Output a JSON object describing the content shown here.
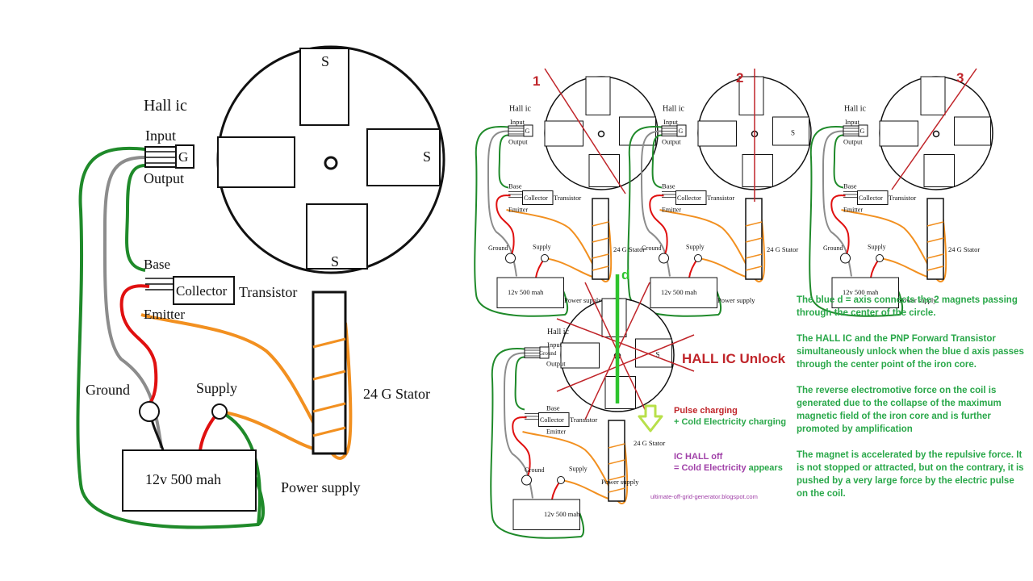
{
  "big": {
    "hall_ic": "Hall ic",
    "input": "Input",
    "output": "Output",
    "chip": "G",
    "base": "Base",
    "collector": "Collector",
    "transistor": "Transistor",
    "emitter": "Emitter",
    "ground": "Ground",
    "supply": "Supply",
    "battery": "12v 500 mah",
    "stator": "24 G Stator",
    "power_supply": "Power supply",
    "magnet": "S"
  },
  "small": {
    "hall_ic": "Hall ic",
    "input": "Input",
    "output": "Output",
    "chip": "G",
    "chip_ground": "Ground",
    "base": "Base",
    "collector": "Collector",
    "transistor": "Transistor",
    "emitter": "Emitter",
    "ground": "Ground",
    "supply": "Supply",
    "battery": "12v 500 mah",
    "stator": "24 G Stator",
    "power_supply": "Power supply",
    "magnet": "S"
  },
  "steps": [
    "1",
    "2",
    "3"
  ],
  "d_label": "d",
  "hall_unlock": "HALL IC Unlock",
  "pulse_charging": "Pulse charging",
  "cold_charging": "+ Cold Electricity charging",
  "ic_hall_off": "IC HALL off",
  "cold_appears_prefix": "=  Cold Electricity",
  "cold_appears_word": "appears",
  "url": "ultimate-off-grid-generator.blogspot.com",
  "notes": [
    "The blue d = axis connects the 2 magnets passing through the center of the circle.",
    "The HALL IC and the PNP Forward Transistor simultaneously unlock when the blue d axis passes through the center point of the iron core.",
    "The reverse electromotive force on the coil is generated due to the collapse of the maximum magnetic field of the iron core and is further promoted by amplification",
    "The magnet is accelerated by the repulsive force. It is not stopped or attracted, but on the contrary, it is pushed by a very large force by the electric pulse on the coil."
  ],
  "colors": {
    "green_wire": "#1f8a2a",
    "gray_wire": "#8c8c8c",
    "red_wire": "#e01010",
    "orange_wire": "#f29020",
    "d_axis": "#2ec42e",
    "step_number": "#c0252a",
    "note_text": "#2aa84a",
    "purple_text": "#a040a8",
    "arrow": "#b8e04a"
  }
}
